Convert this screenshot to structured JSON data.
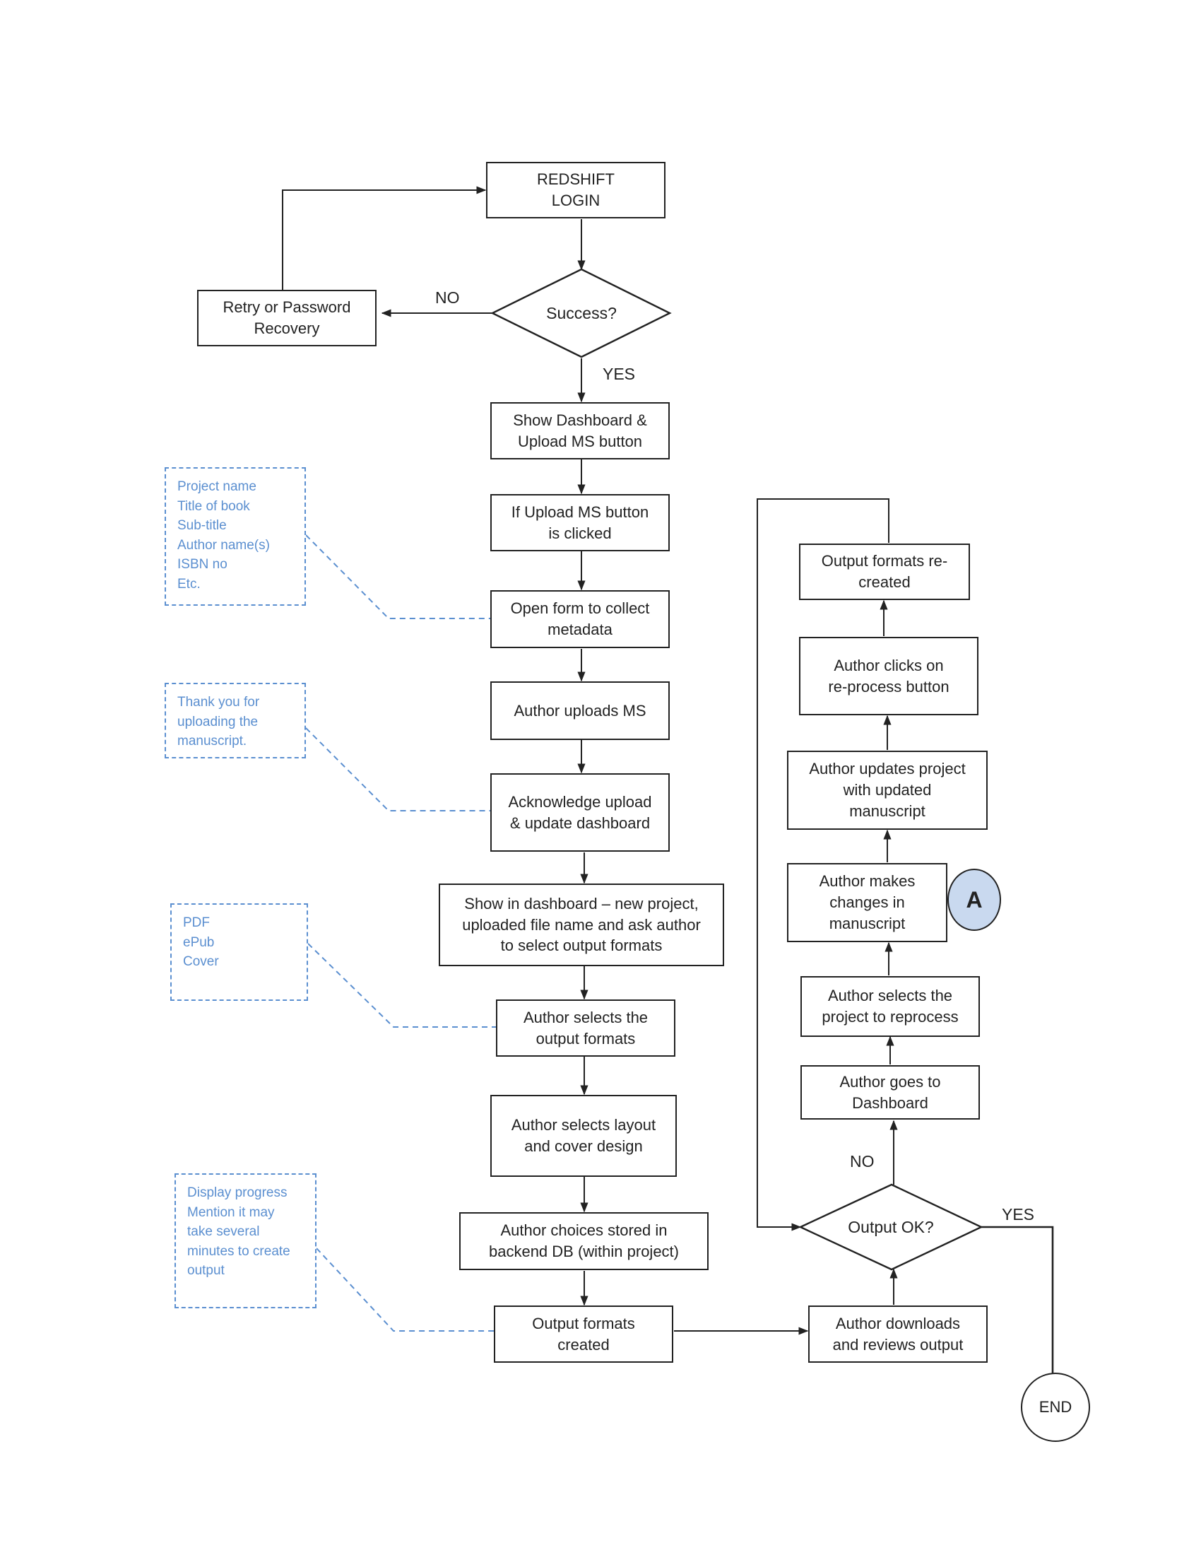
{
  "nodes": {
    "login": "REDSHIFT\nLOGIN",
    "success": "Success?",
    "retry": "Retry or Password\nRecovery",
    "show_dashboard": "Show Dashboard &\nUpload MS button",
    "upload_clicked": "If Upload MS button\nis clicked",
    "open_form": "Open form to collect\nmetadata",
    "author_uploads": "Author uploads MS",
    "acknowledge": "Acknowledge upload\n& update dashboard",
    "show_new_project": "Show in dashboard – new project,\nuploaded file name and ask author\nto select output formats",
    "select_formats": "Author selects the\noutput formats",
    "select_layout": "Author selects layout\nand cover design",
    "choices_stored": "Author choices stored in\nbackend DB (within project)",
    "formats_created": "Output formats\ncreated",
    "downloads_reviews": "Author downloads\nand reviews output",
    "output_ok": "Output OK?",
    "goes_dashboard": "Author goes to\nDashboard",
    "selects_project": "Author selects  the\nproject to reprocess",
    "makes_changes": "Author makes\nchanges in\nmanuscript",
    "updates_project": "Author updates project\nwith updated\nmanuscript",
    "clicks_reprocess": "Author clicks on\nre-process button",
    "formats_recreated": "Output formats re-\ncreated",
    "end": "END",
    "connector_a": "A"
  },
  "labels": {
    "no_login": "NO",
    "yes_login": "YES",
    "no_output": "NO",
    "yes_output": "YES"
  },
  "notes": {
    "metadata": "Project name\nTitle of book\nSub-title\nAuthor name(s)\nISBN no\nEtc.",
    "thanks": "Thank you for\nuploading the\nmanuscript.",
    "formats": "PDF\nePub\nCover",
    "progress": "Display progress\nMention it may\ntake several\nminutes to create\noutput"
  },
  "colors": {
    "line": "#222222",
    "note": "#5b8fd0",
    "connector_fill": "#c9d9ef"
  }
}
